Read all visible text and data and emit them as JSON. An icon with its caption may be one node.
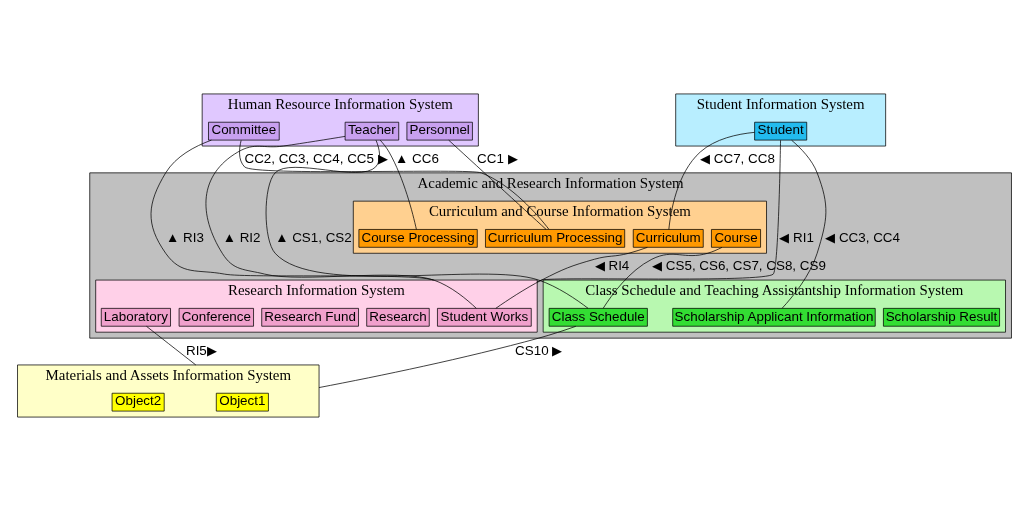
{
  "diagram": {
    "nodes": [
      {
        "text": [
          "Human Resource Information System"
        ]
      },
      {
        "text": [
          "Committee"
        ],
        "in": 0
      },
      {
        "text": [
          "Teacher"
        ],
        "in": 0
      },
      {
        "text": [
          "Personnel"
        ],
        "in": 0
      },
      {
        "text": [
          "Academic and Research Information System"
        ]
      },
      {
        "text": [
          "Curriculum and Course Information System"
        ],
        "in": 4
      },
      {
        "text": [
          "Curriculum Processing"
        ],
        "in": 5
      },
      {
        "text": [
          "Curriculum"
        ],
        "in": 5
      },
      {
        "text": [
          "Course Processing"
        ],
        "in": 5
      },
      {
        "text": [
          "Course"
        ],
        "in": 5
      },
      {
        "text": [
          "Research Information System"
        ],
        "in": 4
      },
      {
        "text": [
          "Student Works"
        ],
        "in": 10
      },
      {
        "text": [
          "Research"
        ],
        "in": 10
      },
      {
        "text": [
          "Research Fund"
        ],
        "in": 10
      },
      {
        "text": [
          "Conference"
        ],
        "in": 10
      },
      {
        "text": [
          "Laboratory"
        ],
        "in": 10
      },
      {
        "text": [
          "Class Schedule and Teaching Assistantship Information System"
        ],
        "in": 4
      },
      {
        "text": [
          "Scholarship Result"
        ],
        "in": 16
      },
      {
        "text": [
          "Class Schedule"
        ],
        "in": 16
      },
      {
        "text": [
          "Scholarship Applicant Information"
        ],
        "in": 16
      },
      {
        "text": [
          "Student Information System"
        ]
      },
      {
        "text": [
          "Student"
        ],
        "in": 20
      },
      {
        "text": [
          "Materials and Assets Information System"
        ]
      },
      {
        "text": [
          "Object1"
        ],
        "in": 22
      },
      {
        "text": [
          "Object2"
        ],
        "in": 22
      }
    ],
    "edges": [
      {
        "from": 1,
        "to": 6,
        "arrow": "none",
        "label": "CC2, CC3, CC4, CC5 ▶"
      },
      {
        "from": 3,
        "to": 6,
        "arrow": "none",
        "label": "CC1 ▶"
      },
      {
        "from": 2,
        "to": 8,
        "arrow": "none",
        "label": "▲ CC6"
      },
      {
        "from": 1,
        "to": 11,
        "arrow": "none",
        "label": "▲ RI3"
      },
      {
        "from": 2,
        "to": 10,
        "arrow": "none",
        "label": "▲ RI2"
      },
      {
        "from": 2,
        "to": 18,
        "arrow": "none",
        "label": "▲ CS1, CS2"
      },
      {
        "from": 7,
        "to": 11,
        "arrow": "none",
        "label": "◀ RI4"
      },
      {
        "from": 15,
        "to": 22,
        "arrow": "none",
        "label": "RI5▶"
      },
      {
        "from": 21,
        "to": 7,
        "arrow": "none",
        "label": "◀ CC7, CC8"
      },
      {
        "from": 9,
        "to": 18,
        "arrow": "none",
        "label": "◀ CS5, CS6, CS7, CS8, CS9"
      },
      {
        "from": 21,
        "to": 19,
        "arrow": "none",
        "label": "◀ CC3, CC4"
      },
      {
        "from": 21,
        "to": 10,
        "arrow": "none",
        "label": "◀ RI1"
      },
      {
        "from": 18,
        "to": 22,
        "arrow": "none",
        "label": "CS10 ▶"
      }
    ]
  }
}
